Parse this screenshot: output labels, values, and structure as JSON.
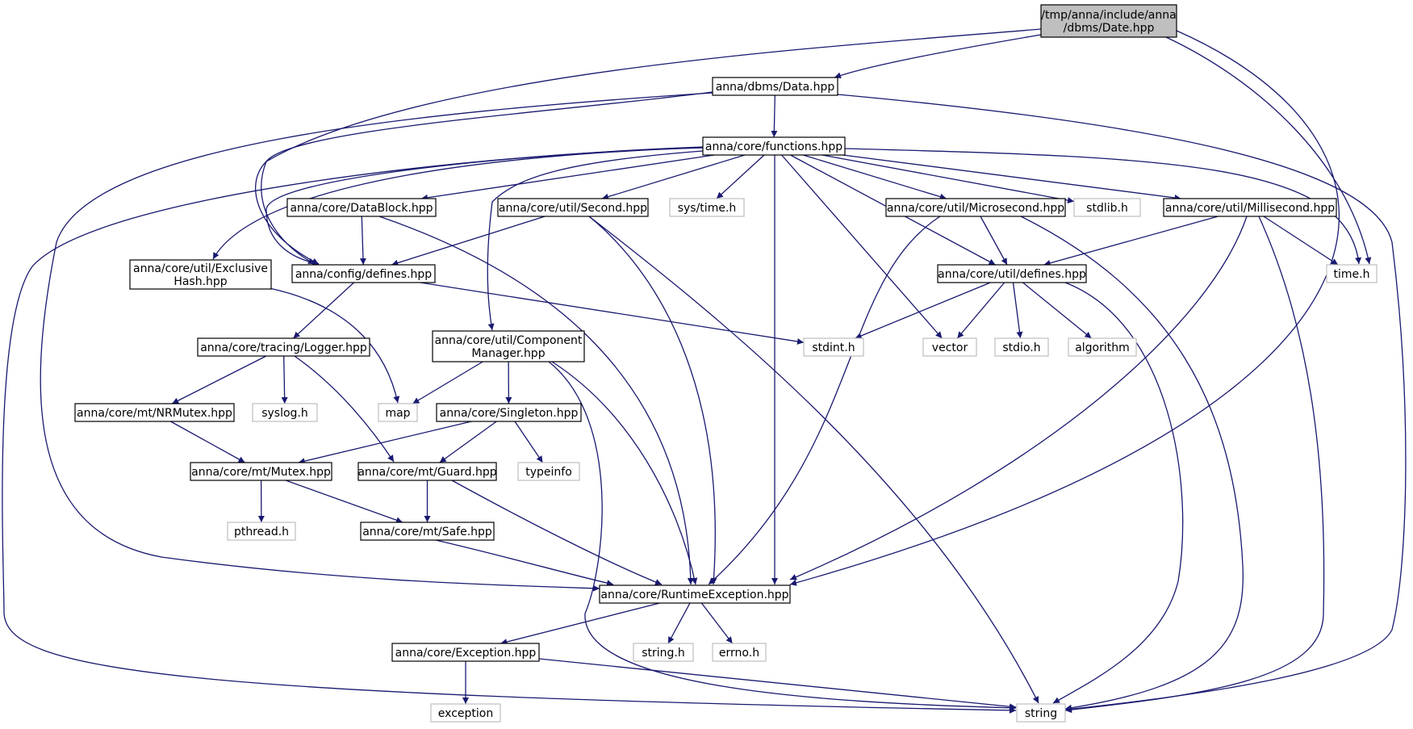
{
  "title": "",
  "colors": {
    "edge": "#191970",
    "root_fill": "#bfbfbf",
    "node_border": "#000000",
    "external_border": "#bfbfbf",
    "background": "#ffffff"
  },
  "nodes": [
    {
      "id": "date",
      "lines": [
        "/tmp/anna/include/anna",
        "/dbms/Date.hpp"
      ],
      "kind": "root"
    },
    {
      "id": "data",
      "lines": [
        "anna/dbms/Data.hpp"
      ],
      "kind": "file"
    },
    {
      "id": "functions",
      "lines": [
        "anna/core/functions.hpp"
      ],
      "kind": "file"
    },
    {
      "id": "exclusive",
      "lines": [
        "anna/core/util/Exclusive",
        "Hash.hpp"
      ],
      "kind": "file"
    },
    {
      "id": "datablock",
      "lines": [
        "anna/core/DataBlock.hpp"
      ],
      "kind": "file"
    },
    {
      "id": "second",
      "lines": [
        "anna/core/util/Second.hpp"
      ],
      "kind": "file"
    },
    {
      "id": "systime",
      "lines": [
        "sys/time.h"
      ],
      "kind": "external"
    },
    {
      "id": "microsecond",
      "lines": [
        "anna/core/util/Microsecond.hpp"
      ],
      "kind": "file"
    },
    {
      "id": "stdlib",
      "lines": [
        "stdlib.h"
      ],
      "kind": "external"
    },
    {
      "id": "millisecond",
      "lines": [
        "anna/core/util/Millisecond.hpp"
      ],
      "kind": "file"
    },
    {
      "id": "configdefines",
      "lines": [
        "anna/config/defines.hpp"
      ],
      "kind": "file"
    },
    {
      "id": "utildefines",
      "lines": [
        "anna/core/util/defines.hpp"
      ],
      "kind": "file"
    },
    {
      "id": "timeh",
      "lines": [
        "time.h"
      ],
      "kind": "external"
    },
    {
      "id": "logger",
      "lines": [
        "anna/core/tracing/Logger.hpp"
      ],
      "kind": "file"
    },
    {
      "id": "component",
      "lines": [
        "anna/core/util/Component",
        "Manager.hpp"
      ],
      "kind": "file"
    },
    {
      "id": "stdint",
      "lines": [
        "stdint.h"
      ],
      "kind": "external"
    },
    {
      "id": "vector",
      "lines": [
        "vector"
      ],
      "kind": "external"
    },
    {
      "id": "stdio",
      "lines": [
        "stdio.h"
      ],
      "kind": "external"
    },
    {
      "id": "algorithm",
      "lines": [
        "algorithm"
      ],
      "kind": "external"
    },
    {
      "id": "nrmutex",
      "lines": [
        "anna/core/mt/NRMutex.hpp"
      ],
      "kind": "file"
    },
    {
      "id": "syslog",
      "lines": [
        "syslog.h"
      ],
      "kind": "external"
    },
    {
      "id": "map",
      "lines": [
        "map"
      ],
      "kind": "external"
    },
    {
      "id": "singleton",
      "lines": [
        "anna/core/Singleton.hpp"
      ],
      "kind": "file"
    },
    {
      "id": "mutex",
      "lines": [
        "anna/core/mt/Mutex.hpp"
      ],
      "kind": "file"
    },
    {
      "id": "guard",
      "lines": [
        "anna/core/mt/Guard.hpp"
      ],
      "kind": "file"
    },
    {
      "id": "typeinfo",
      "lines": [
        "typeinfo"
      ],
      "kind": "external"
    },
    {
      "id": "pthread",
      "lines": [
        "pthread.h"
      ],
      "kind": "external"
    },
    {
      "id": "safe",
      "lines": [
        "anna/core/mt/Safe.hpp"
      ],
      "kind": "file"
    },
    {
      "id": "runtime",
      "lines": [
        "anna/core/RuntimeException.hpp"
      ],
      "kind": "file"
    },
    {
      "id": "exception_hpp",
      "lines": [
        "anna/core/Exception.hpp"
      ],
      "kind": "file"
    },
    {
      "id": "stringh",
      "lines": [
        "string.h"
      ],
      "kind": "external"
    },
    {
      "id": "errno",
      "lines": [
        "errno.h"
      ],
      "kind": "external"
    },
    {
      "id": "exception",
      "lines": [
        "exception"
      ],
      "kind": "external"
    },
    {
      "id": "string",
      "lines": [
        "string"
      ],
      "kind": "external"
    }
  ],
  "edges": [
    [
      "date",
      "data"
    ],
    [
      "date",
      "configdefines"
    ],
    [
      "date",
      "timeh"
    ],
    [
      "date",
      "runtime"
    ],
    [
      "date",
      "string"
    ],
    [
      "data",
      "functions"
    ],
    [
      "data",
      "configdefines"
    ],
    [
      "data",
      "runtime"
    ],
    [
      "data",
      "string"
    ],
    [
      "functions",
      "exclusive"
    ],
    [
      "functions",
      "datablock"
    ],
    [
      "functions",
      "configdefines"
    ],
    [
      "functions",
      "second"
    ],
    [
      "functions",
      "component"
    ],
    [
      "functions",
      "systime"
    ],
    [
      "functions",
      "runtime"
    ],
    [
      "functions",
      "vector"
    ],
    [
      "functions",
      "microsecond"
    ],
    [
      "functions",
      "utildefines"
    ],
    [
      "functions",
      "stdlib"
    ],
    [
      "functions",
      "millisecond"
    ],
    [
      "functions",
      "timeh"
    ],
    [
      "functions",
      "string"
    ],
    [
      "exclusive",
      "map"
    ],
    [
      "datablock",
      "configdefines"
    ],
    [
      "datablock",
      "runtime"
    ],
    [
      "second",
      "configdefines"
    ],
    [
      "second",
      "runtime"
    ],
    [
      "second",
      "string"
    ],
    [
      "microsecond",
      "utildefines"
    ],
    [
      "microsecond",
      "runtime"
    ],
    [
      "microsecond",
      "string"
    ],
    [
      "millisecond",
      "utildefines"
    ],
    [
      "millisecond",
      "timeh"
    ],
    [
      "millisecond",
      "runtime"
    ],
    [
      "millisecond",
      "string"
    ],
    [
      "configdefines",
      "logger"
    ],
    [
      "configdefines",
      "stdint"
    ],
    [
      "utildefines",
      "stdint"
    ],
    [
      "utildefines",
      "vector"
    ],
    [
      "utildefines",
      "stdio"
    ],
    [
      "utildefines",
      "algorithm"
    ],
    [
      "utildefines",
      "string"
    ],
    [
      "logger",
      "nrmutex"
    ],
    [
      "logger",
      "syslog"
    ],
    [
      "logger",
      "guard"
    ],
    [
      "component",
      "map"
    ],
    [
      "component",
      "singleton"
    ],
    [
      "component",
      "runtime"
    ],
    [
      "component",
      "string"
    ],
    [
      "nrmutex",
      "mutex"
    ],
    [
      "singleton",
      "mutex"
    ],
    [
      "singleton",
      "guard"
    ],
    [
      "singleton",
      "typeinfo"
    ],
    [
      "mutex",
      "pthread"
    ],
    [
      "mutex",
      "safe"
    ],
    [
      "guard",
      "safe"
    ],
    [
      "guard",
      "runtime"
    ],
    [
      "safe",
      "runtime"
    ],
    [
      "runtime",
      "exception_hpp"
    ],
    [
      "runtime",
      "stringh"
    ],
    [
      "runtime",
      "errno"
    ],
    [
      "exception_hpp",
      "exception"
    ],
    [
      "exception_hpp",
      "string"
    ]
  ]
}
